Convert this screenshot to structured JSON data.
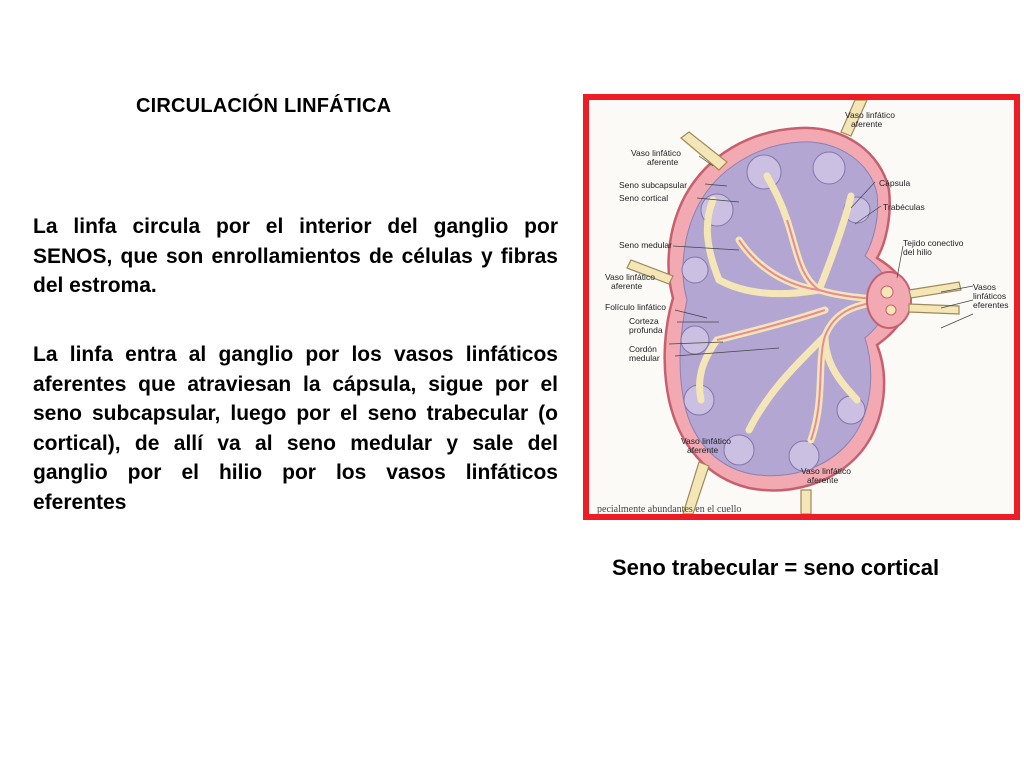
{
  "slide": {
    "title": "CIRCULACIÓN LINFÁTICA",
    "paragraph_1": "La linfa circula por el interior del ganglio por SENOS, que son enrollamientos de células y fibras del estroma.",
    "paragraph_2": "La linfa entra al ganglio por los vasos linfáticos aferentes que atraviesan la cápsula, sigue por el seno subcapsular, luego por el seno trabecular (o cortical), de allí va al seno medular y sale del ganglio por el hilio por los vasos linfáticos eferentes",
    "caption": "Seno trabecular = seno cortical"
  },
  "figure": {
    "frame_color": "#ee1c24",
    "labels": {
      "vaso_aferente_top_1": "Vaso linfático",
      "vaso_aferente_top_2": "aferente",
      "vaso_aferente_ul_1": "Vaso linfático",
      "vaso_aferente_ul_2": "aferente",
      "seno_subcapsular": "Seno subcapsular",
      "seno_cortical": "Seno cortical",
      "capsula": "Cápsula",
      "trabeculas": "Trabéculas",
      "seno_medular": "Seno medular",
      "tejido_1": "Tejido conectivo",
      "tejido_2": "del hilio",
      "vaso_aferente_l_1": "Vaso linfático",
      "vaso_aferente_l_2": "aferente",
      "vasos_eferentes_1": "Vasos",
      "vasos_eferentes_2": "linfáticos",
      "vasos_eferentes_3": "eferentes",
      "foliculo": "Folículo linfático",
      "corteza_1": "Corteza",
      "corteza_2": "profunda",
      "cordon_1": "Cordón",
      "cordon_2": "medular",
      "vaso_aferente_bl_1": "Vaso linfático",
      "vaso_aferente_bl_2": "aferente",
      "vaso_aferente_br_1": "Vaso linfático",
      "vaso_aferente_br_2": "aferente",
      "footnote": "pecialmente abundantes en el cuello"
    }
  }
}
